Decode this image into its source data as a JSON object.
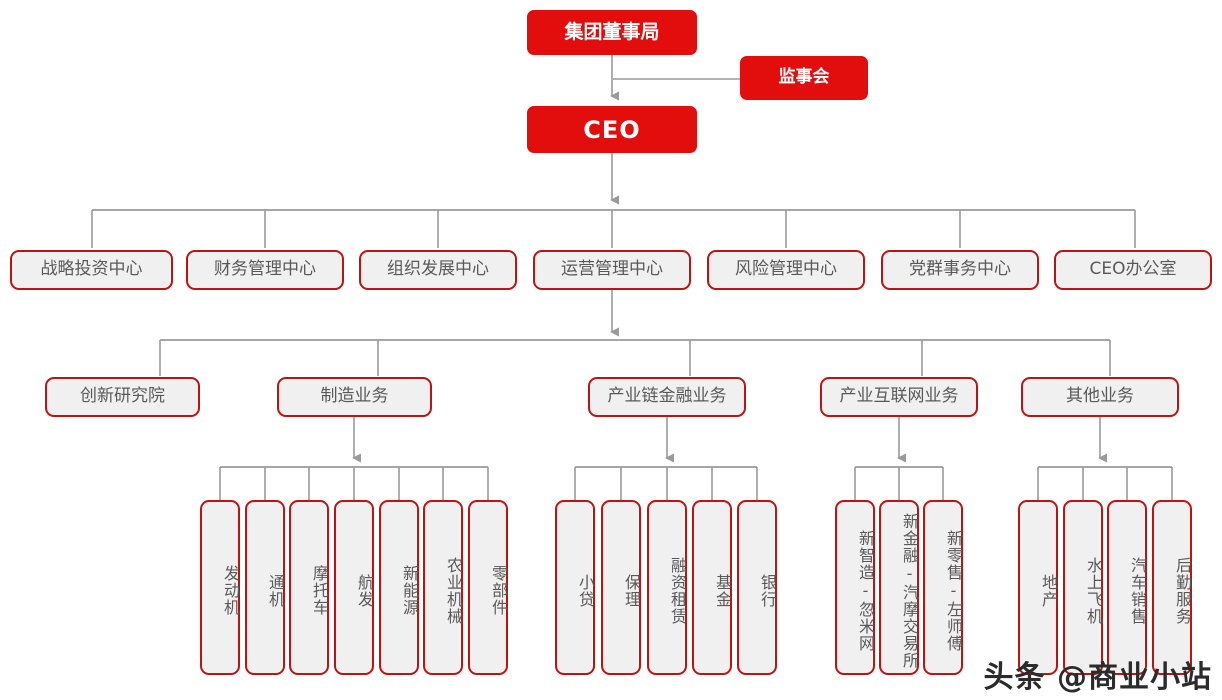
{
  "meta": {
    "title": "集团组织架构图",
    "watermark": "头条 @商业小站",
    "colors": {
      "brand_red": "#E20D0D",
      "box_border_red": "#BE1313",
      "box_fill_grey": "#F0F0F0",
      "text_grey": "#595959",
      "connector_grey": "#9A9A9A"
    }
  },
  "board": {
    "label": "集团董事局"
  },
  "supervisory": {
    "label": "监事会"
  },
  "ceo": {
    "label": "CEO"
  },
  "centers": {
    "items": [
      {
        "label": "战略投资中心"
      },
      {
        "label": "财务管理中心"
      },
      {
        "label": "组织发展中心"
      },
      {
        "label": "运营管理中心"
      },
      {
        "label": "风险管理中心"
      },
      {
        "label": "党群事务中心"
      },
      {
        "label": "CEO办公室"
      }
    ]
  },
  "divisions": {
    "items": [
      {
        "label": "创新研究院"
      },
      {
        "label": "制造业务"
      },
      {
        "label": "产业链金融业务"
      },
      {
        "label": "产业互联网业务"
      },
      {
        "label": "其他业务"
      }
    ]
  },
  "leaves": {
    "manufacturing": [
      {
        "label": "发动机"
      },
      {
        "label": "通机"
      },
      {
        "label": "摩托车"
      },
      {
        "label": "航发"
      },
      {
        "label": "新能源"
      },
      {
        "label": "农业机械"
      },
      {
        "label": "零部件"
      }
    ],
    "supply_chain_finance": [
      {
        "label": "小贷"
      },
      {
        "label": "保理"
      },
      {
        "label": "融资租赁"
      },
      {
        "label": "基金"
      },
      {
        "label": "银行"
      }
    ],
    "industrial_internet": [
      {
        "label": "新智造-忽米网"
      },
      {
        "label": "新金融-汽摩交易所"
      },
      {
        "label": "新零售-左师傅"
      }
    ],
    "other": [
      {
        "label": "地产"
      },
      {
        "label": "水上飞机"
      },
      {
        "label": "汽车销售"
      },
      {
        "label": "后勤服务"
      }
    ]
  }
}
